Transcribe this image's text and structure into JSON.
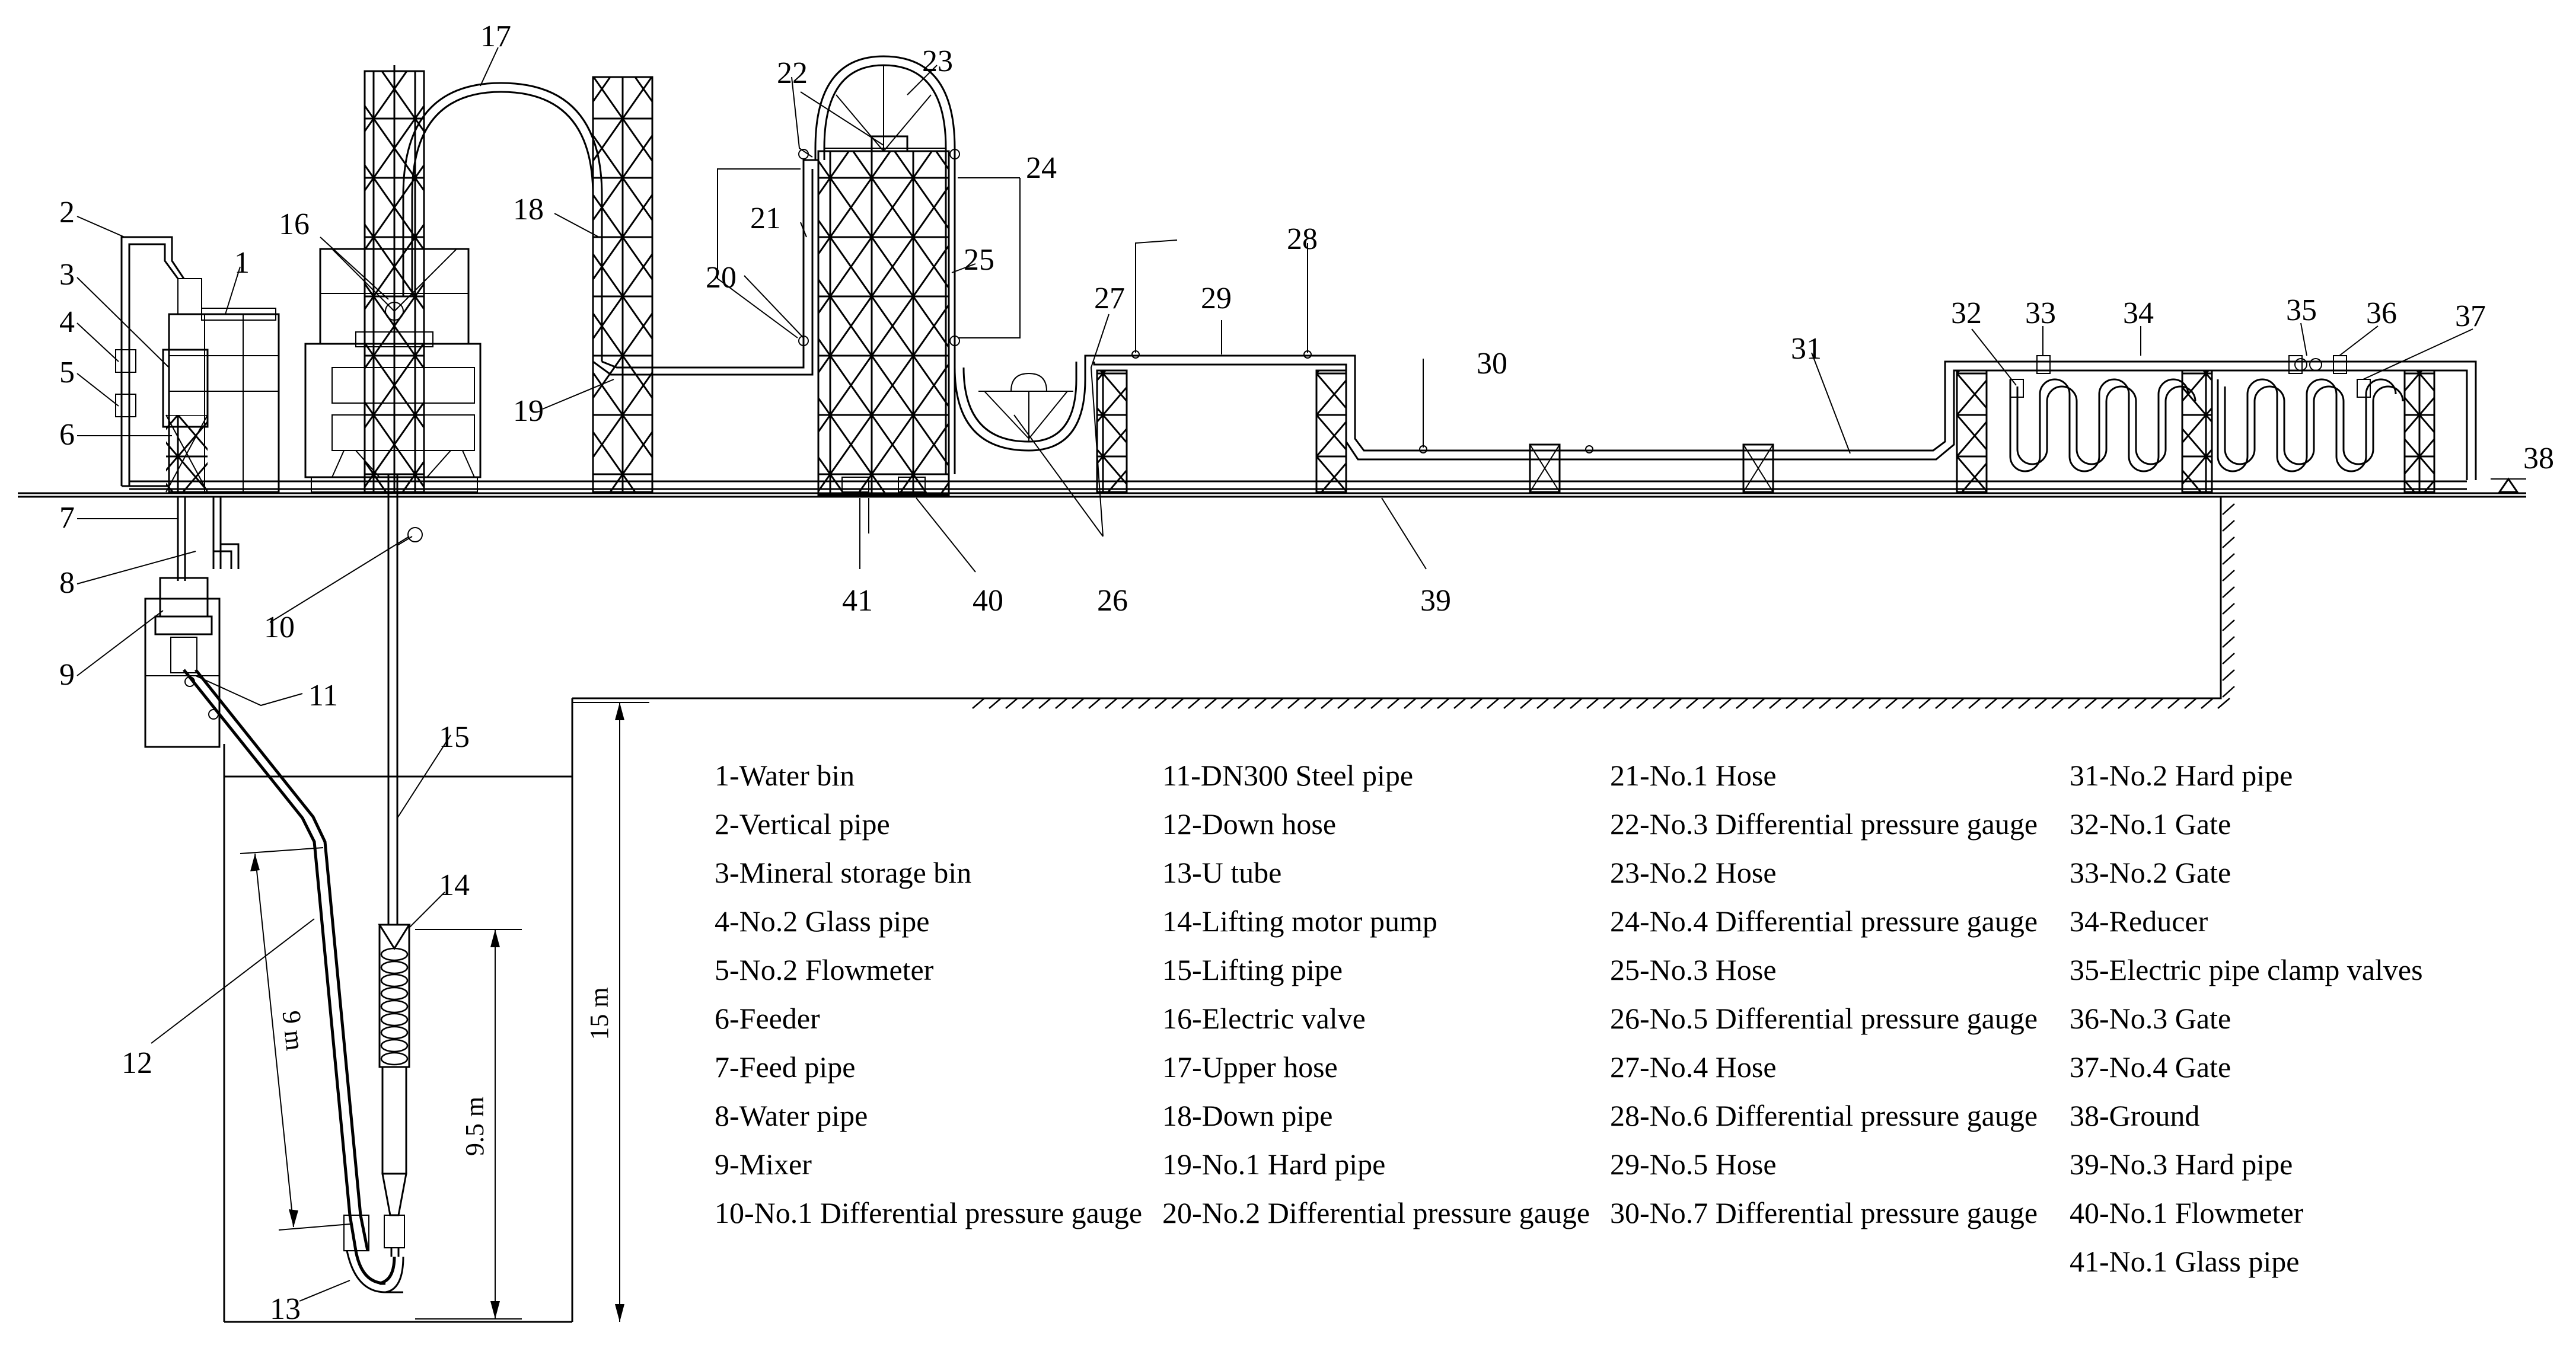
{
  "callouts": {
    "c1": "1",
    "c2": "2",
    "c3": "3",
    "c4": "4",
    "c5": "5",
    "c6": "6",
    "c7": "7",
    "c8": "8",
    "c9": "9",
    "c10": "10",
    "c11": "11",
    "c12": "12",
    "c13": "13",
    "c14": "14",
    "c15": "15",
    "c16": "16",
    "c17": "17",
    "c18": "18",
    "c19": "19",
    "c20": "20",
    "c21": "21",
    "c22": "22",
    "c23": "23",
    "c24": "24",
    "c25": "25",
    "c26": "26",
    "c27": "27",
    "c28": "28",
    "c29": "29",
    "c30": "30",
    "c31": "31",
    "c32": "32",
    "c33": "33",
    "c34": "34",
    "c35": "35",
    "c36": "36",
    "c37": "37",
    "c38": "38",
    "c39": "39",
    "c40": "40",
    "c41": "41"
  },
  "dimensions": {
    "pipe_length": "9 m",
    "pump_depth": "9.5 m",
    "shaft_depth": "15 m"
  },
  "legend": [
    "1-Water bin",
    "2-Vertical pipe",
    "3-Mineral storage bin",
    "4-No.2 Glass pipe",
    "5-No.2 Flowmeter",
    "6-Feeder",
    "7-Feed pipe",
    "8-Water pipe",
    "9-Mixer",
    "10-No.1 Differential pressure gauge",
    "11-DN300 Steel pipe",
    "12-Down hose",
    "13-U tube",
    "14-Lifting motor pump",
    "15-Lifting pipe",
    "16-Electric valve",
    "17-Upper hose",
    "18-Down pipe",
    "19-No.1 Hard pipe",
    "20-No.2 Differential pressure gauge",
    "21-No.1 Hose",
    "22-No.3 Differential pressure gauge",
    "23-No.2 Hose",
    "24-No.4 Differential pressure gauge",
    "25-No.3 Hose",
    "26-No.5 Differential pressure gauge",
    "27-No.4 Hose",
    "28-No.6 Differential pressure gauge",
    "29-No.5 Hose",
    "30-No.7 Differential pressure gauge",
    "31-No.2 Hard pipe",
    "32-No.1 Gate",
    "33-No.2 Gate",
    "34-Reducer",
    "35-Electric pipe clamp valves",
    "36-No.3 Gate",
    "37-No.4 Gate",
    "38-Ground",
    "39-No.3 Hard pipe",
    "40-No.1 Flowmeter",
    "41-No.1 Glass pipe"
  ]
}
